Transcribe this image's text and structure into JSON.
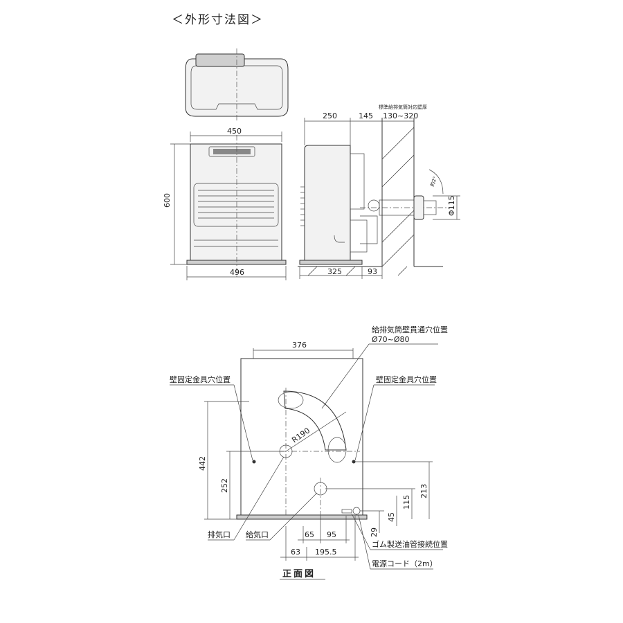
{
  "title": "＜外形寸法図＞",
  "front_view_title": "正面図",
  "top_section": {
    "width_top": "450",
    "height": "600",
    "base_width": "496",
    "side_depth_top": "250",
    "side_flue_extension": "145",
    "wall_thickness_note": "標準給排気筒対応壁厚",
    "wall_thickness_range": "130~320",
    "side_depth_bottom": "325",
    "side_bottom_extra": "93",
    "flue_diameter": "Φ115",
    "angle": "約2°"
  },
  "bottom_section": {
    "width_between_holes": "376",
    "flue_hole_note": "給排気筒壁貫通穴位置",
    "flue_hole_size": "Ø70~Ø80",
    "wall_bracket_left": "壁固定金具穴位置",
    "wall_bracket_right": "壁固定金具穴位置",
    "radius": "R190",
    "height_442": "442",
    "height_252": "252",
    "height_213": "213",
    "height_115": "115",
    "height_45": "45",
    "height_29": "29",
    "exhaust_label": "排気口",
    "intake_label": "給気口",
    "dim_65": "65",
    "dim_95": "95",
    "dim_63": "63",
    "dim_195_5": "195.5",
    "oil_pipe_label": "ゴム製送油管接続位置",
    "power_cord_label": "電源コード（2m）"
  }
}
